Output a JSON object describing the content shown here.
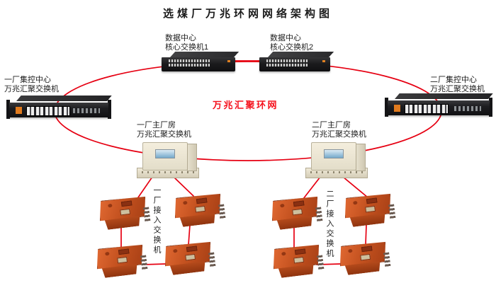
{
  "title": "选煤厂万兆环网网络架构图",
  "ring": {
    "label": "万兆汇聚环网"
  },
  "colors": {
    "ring_line": "#e60012",
    "ring_label": "#f5121d",
    "label_text": "#1b1b1b"
  },
  "nodes": {
    "core1": {
      "line1": "数据中心",
      "line2": "核心交换机1"
    },
    "core2": {
      "line1": "数据中心",
      "line2": "核心交换机2"
    },
    "agg1": {
      "line1": "一厂集控中心",
      "line2": "万兆汇聚交换机"
    },
    "agg2": {
      "line1": "二厂集控中心",
      "line2": "万兆汇聚交换机"
    },
    "plant1": {
      "line1": "一厂主厂房",
      "line2": "万兆汇聚交换机"
    },
    "plant2": {
      "line1": "二厂主厂房",
      "line2": "万兆汇聚交换机"
    },
    "access1": {
      "label": "一厂接入交换机"
    },
    "access2": {
      "label": "二厂接入交换机"
    }
  }
}
